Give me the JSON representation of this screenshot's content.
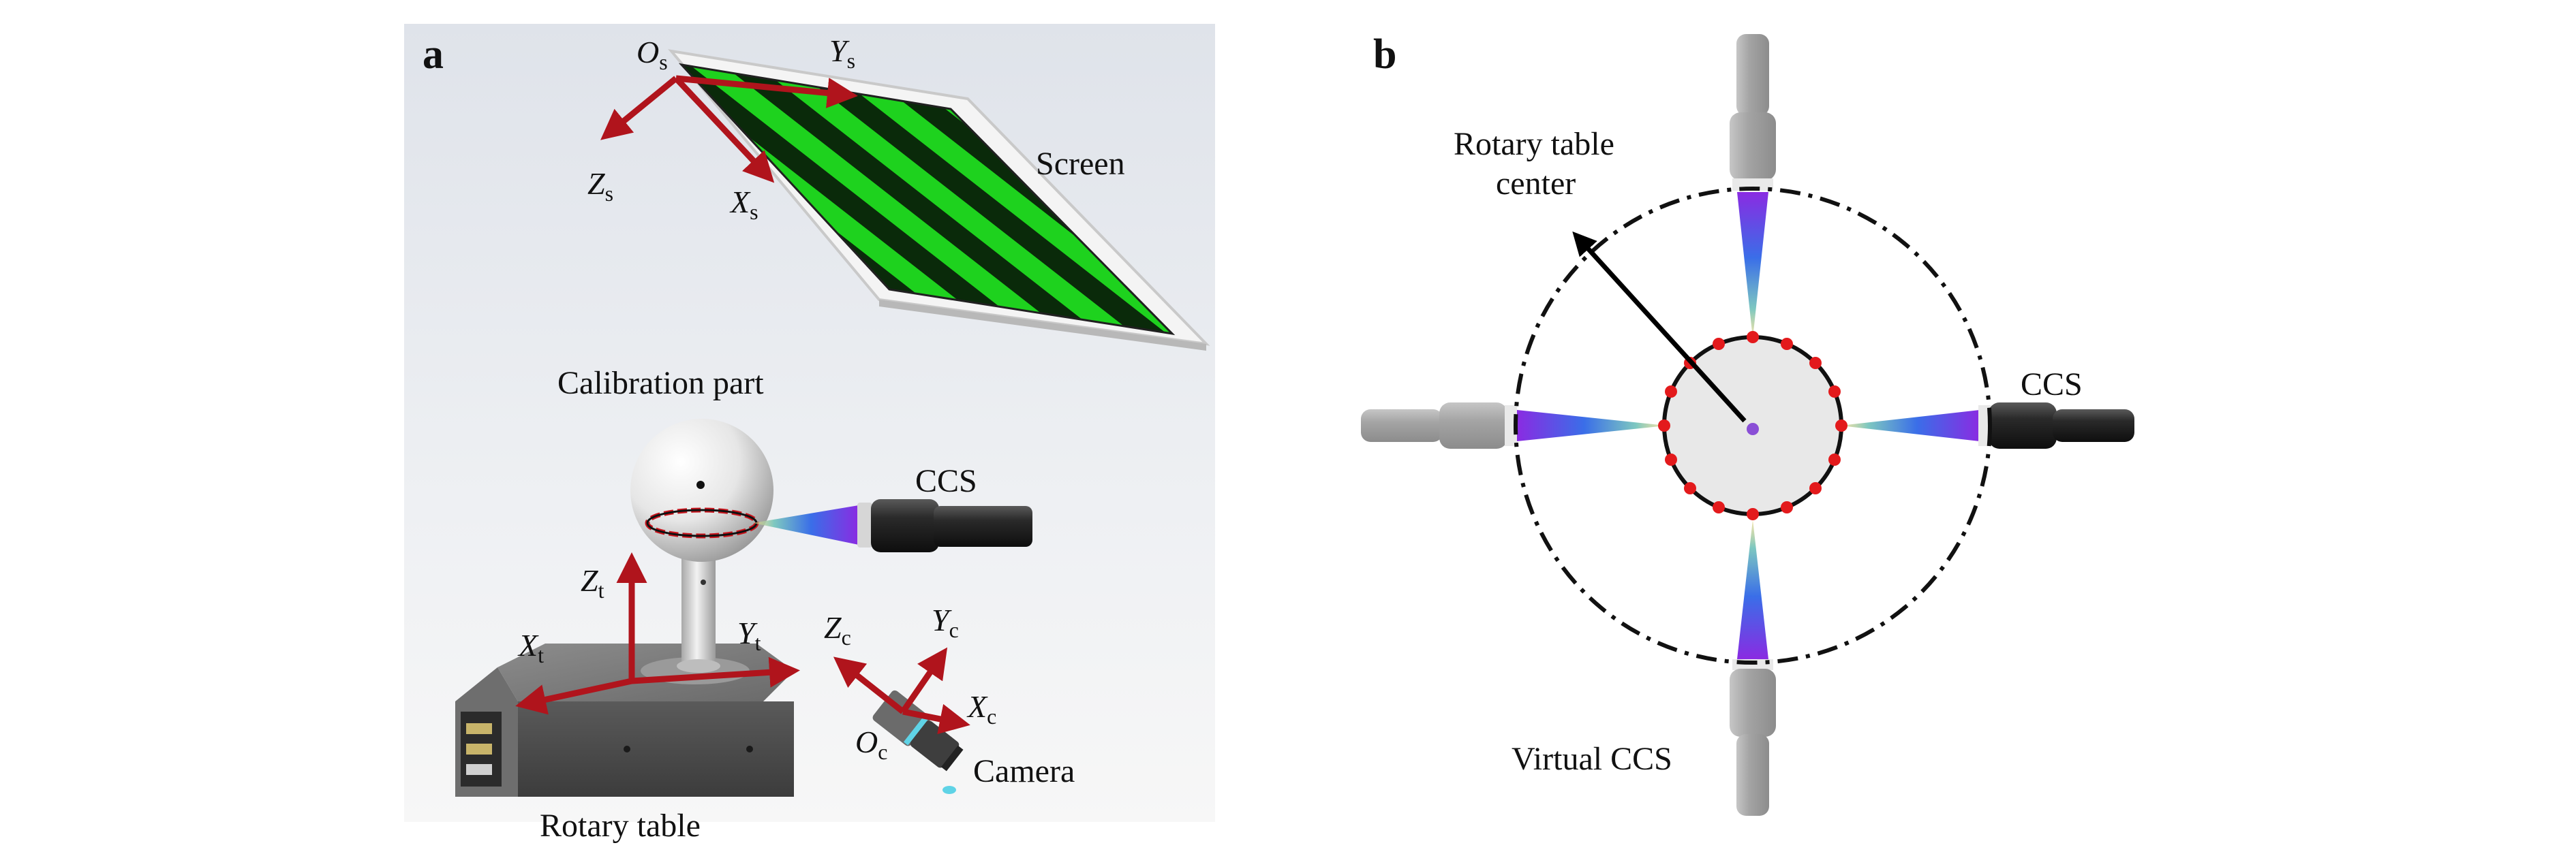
{
  "panels": {
    "a": {
      "letter": "a",
      "screen_label": "Screen",
      "calibration_part_label": "Calibration part",
      "ccs_label": "CCS",
      "rotary_table_label": "Rotary table",
      "camera_label": "Camera",
      "screen_axes": {
        "origin": "O",
        "origin_sub": "s",
        "x": "X",
        "x_sub": "s",
        "y": "Y",
        "y_sub": "s",
        "z": "Z",
        "z_sub": "s"
      },
      "table_axes": {
        "x": "X",
        "x_sub": "t",
        "y": "Y",
        "y_sub": "t",
        "z": "Z",
        "z_sub": "t"
      },
      "camera_axes": {
        "origin": "O",
        "origin_sub": "c",
        "x": "X",
        "x_sub": "c",
        "y": "Y",
        "y_sub": "c",
        "z": "Z",
        "z_sub": "c"
      }
    },
    "b": {
      "letter": "b",
      "rotary_center_label_line1": "Rotary table",
      "rotary_center_label_line2": "center",
      "ccs_label": "CCS",
      "virtual_ccs_label": "Virtual CCS"
    }
  },
  "colors": {
    "axis_red": "#b0141c",
    "stripe_green": "#1ed21e",
    "stripe_dark": "#0a2a0a",
    "point_red": "#e31a1c",
    "beam_violet": "#8a2be2",
    "center_purple": "#8a4fd6"
  }
}
